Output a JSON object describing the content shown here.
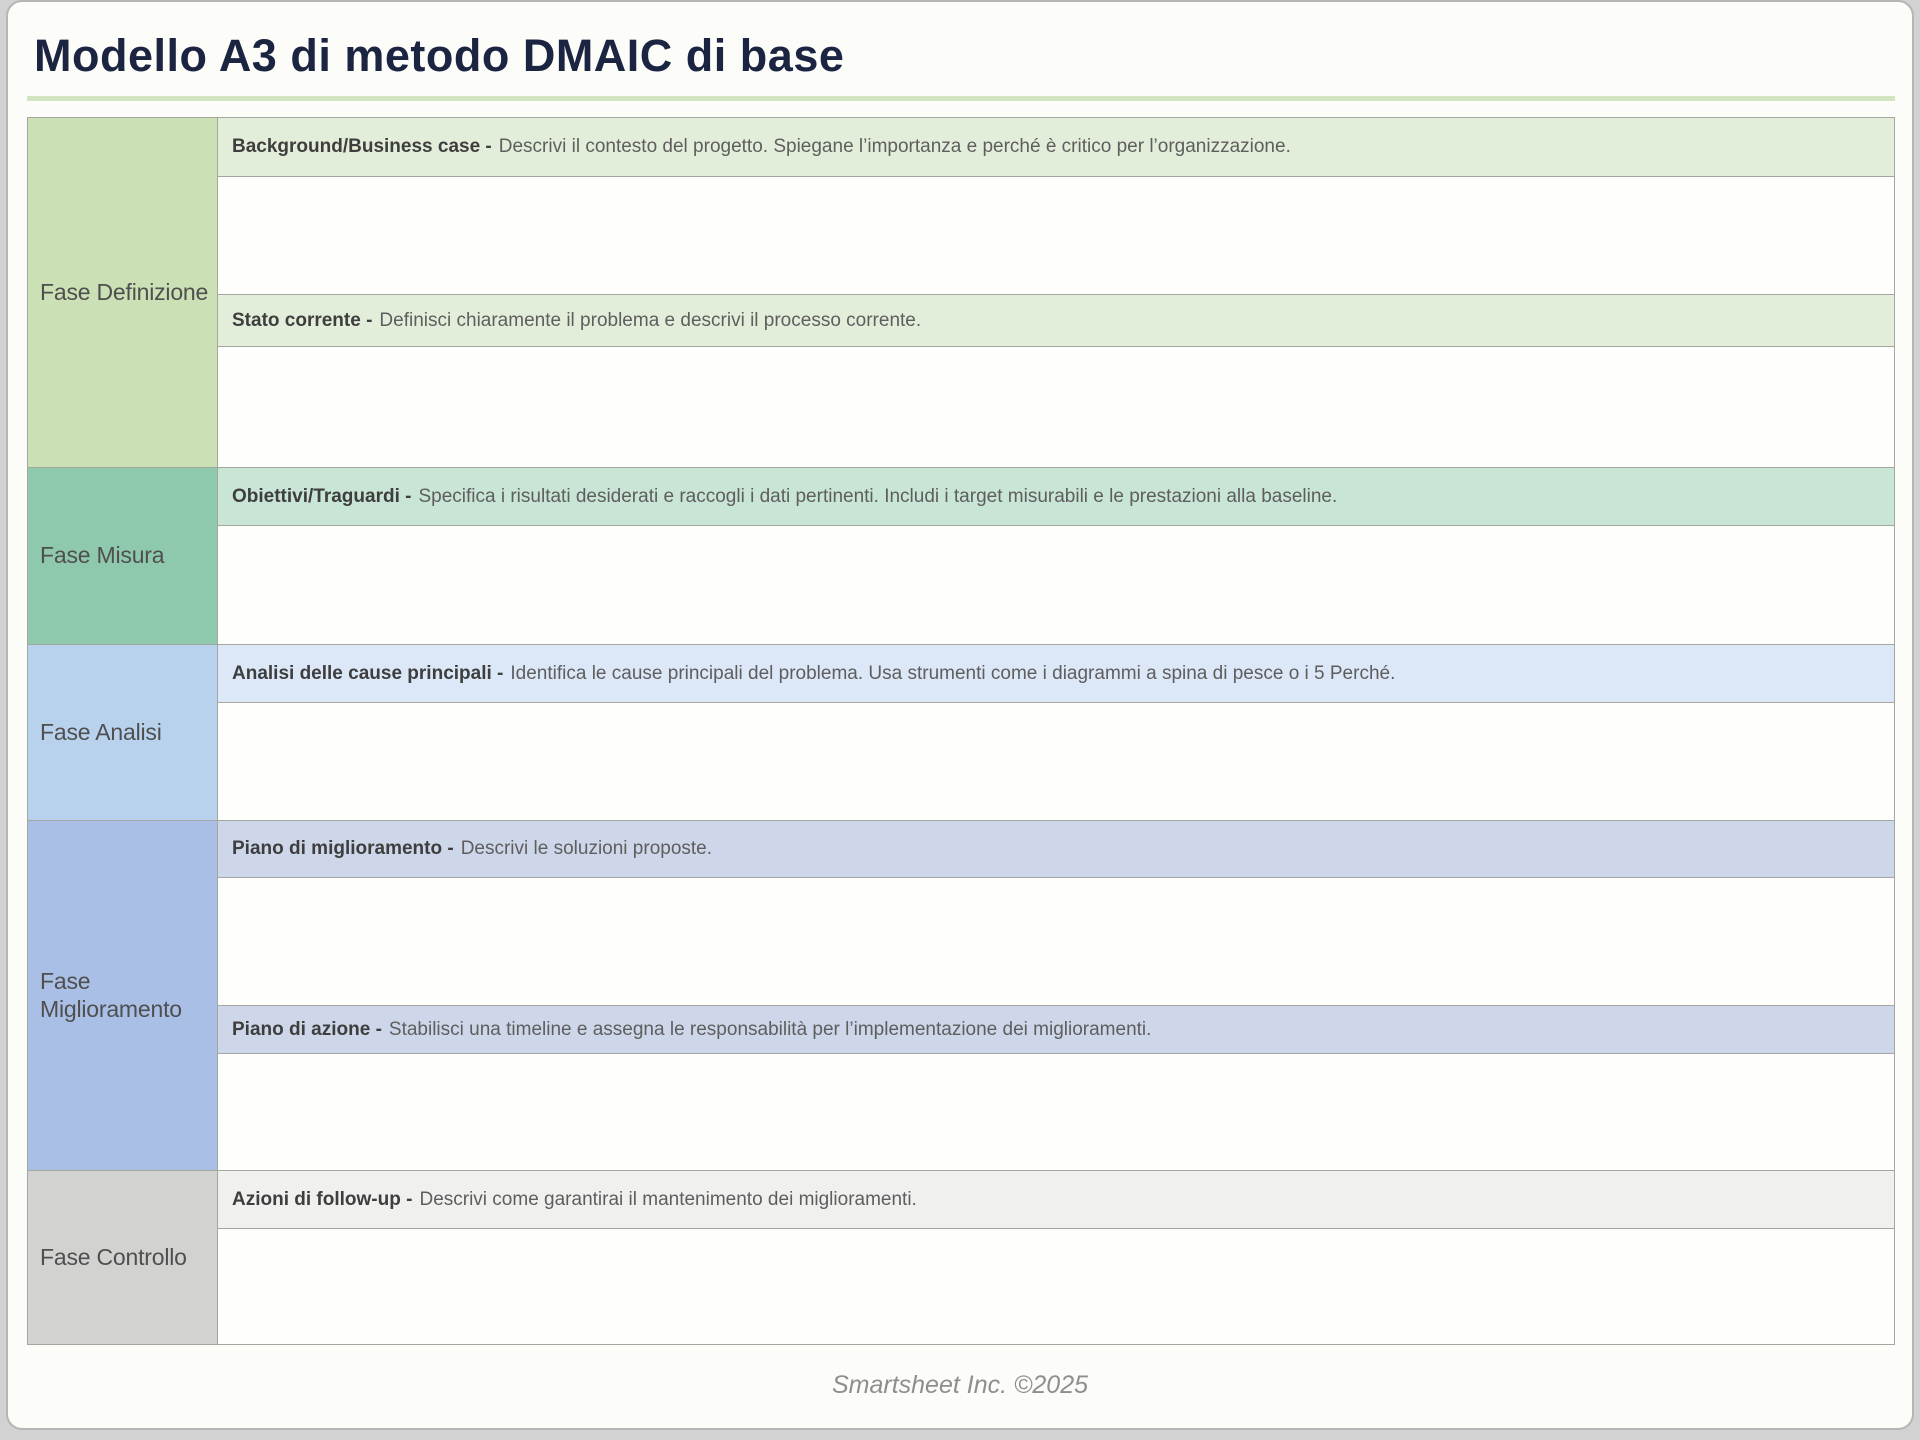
{
  "title": "Modello A3 di metodo DMAIC di base",
  "title_color": "#1b2441",
  "border_color": "#a3a79f",
  "sections": [
    {
      "id": "definizione",
      "label": "Fase Definizione",
      "colors": {
        "cell": "#cbe0b4",
        "band": "#e3eeda"
      },
      "rows": [
        {
          "title": "Background/Business case -",
          "desc": "Descrivi il contesto del progetto. Spiegane l’importanza e perché è critico per l’organizzazione."
        },
        {
          "title": "Stato corrente -",
          "desc": "Definisci chiaramente il problema e descrivi il processo corrente."
        }
      ]
    },
    {
      "id": "misura",
      "label": "Fase Misura",
      "colors": {
        "cell": "#8fc9ad",
        "band": "#c9e5d6"
      },
      "rows": [
        {
          "title": "Obiettivi/Traguardi -",
          "desc": "Specifica i risultati desiderati e raccogli i dati pertinenti. Includi i target misurabili e le prestazioni alla baseline."
        }
      ]
    },
    {
      "id": "analisi",
      "label": "Fase Analisi",
      "colors": {
        "cell": "#b8d2ee",
        "band": "#dce7f7"
      },
      "rows": [
        {
          "title": "Analisi delle cause principali -",
          "desc": "Identifica le cause principali del problema. Usa strumenti come i diagrammi a spina di pesce o i 5 Perché."
        }
      ]
    },
    {
      "id": "miglioramento",
      "label": "Fase Miglioramento",
      "colors": {
        "cell": "#a9bfe5",
        "band": "#cdd7e9"
      },
      "rows": [
        {
          "title": "Piano di miglioramento -",
          "desc": "Descrivi le soluzioni proposte."
        },
        {
          "title": "Piano di azione -",
          "desc": "Stabilisci una timeline e assegna le responsabilità per l’implementazione dei miglioramenti."
        }
      ]
    },
    {
      "id": "controllo",
      "label": "Fase Controllo",
      "colors": {
        "cell": "#d2d2d1",
        "band": "#f0f0ef"
      },
      "rows": [
        {
          "title": "Azioni di follow-up -",
          "desc": "Descrivi come garantirai il mantenimento dei miglioramenti."
        }
      ]
    }
  ],
  "footer": {
    "credit": "Smartsheet Inc. ©2025"
  }
}
